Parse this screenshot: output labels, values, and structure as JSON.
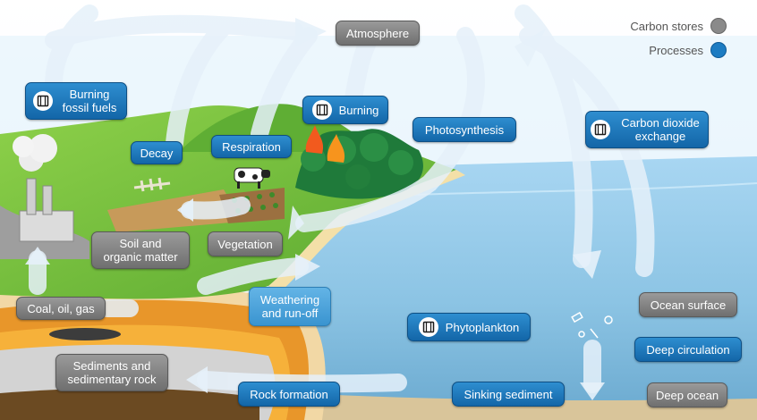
{
  "legend": {
    "stores_label": "Carbon stores",
    "processes_label": "Processes",
    "stores_color": "#8a8a8a",
    "processes_color": "#1d7cc2"
  },
  "carbon_stores": {
    "atmosphere": "Atmosphere",
    "soil": "Soil and organic matter",
    "vegetation": "Vegetation",
    "fossil": "Coal, oil, gas",
    "sediments": "Sediments and sedimentary rock",
    "ocean_surface": "Ocean surface",
    "deep_ocean": "Deep ocean"
  },
  "processes": {
    "burning_fossil": "Burning fossil fuels",
    "burning": "Burning",
    "decay": "Decay",
    "respiration": "Respiration",
    "photosynthesis": "Photosynthesis",
    "co2_exchange": "Carbon dioxide exchange",
    "weathering": "Weathering and run-off",
    "phytoplankton": "Phytoplankton",
    "deep_circulation": "Deep circulation",
    "rock_formation": "Rock formation",
    "sinking_sediment": "Sinking sediment"
  },
  "video_icon_name": "film-icon"
}
